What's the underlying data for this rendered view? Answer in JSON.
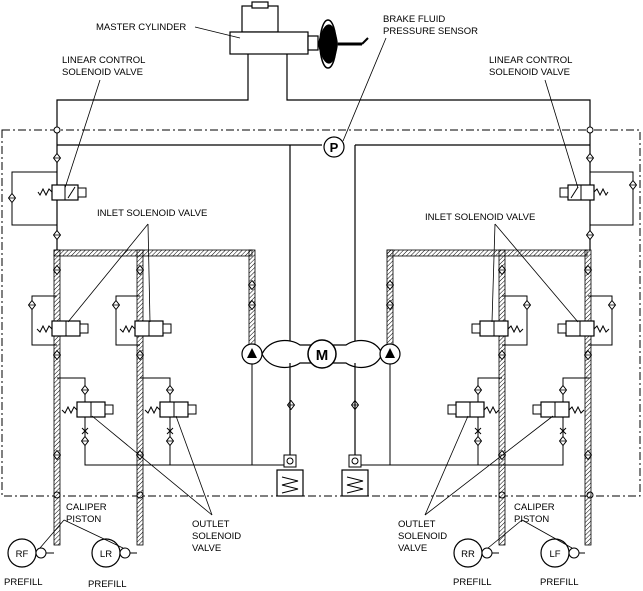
{
  "labels": {
    "master_cylinder": "MASTER CYLINDER",
    "sensor_line1": "BRAKE FLUID",
    "sensor_line2": "PRESSURE SENSOR",
    "linear_line1": "LINEAR CONTROL",
    "linear_line2": "SOLENOID VALVE",
    "inlet": "INLET SOLENOID VALVE",
    "outlet_line1": "OUTLET",
    "outlet_line2": "SOLENOID",
    "outlet_line3": "VALVE",
    "caliper_line1": "CALIPER",
    "caliper_line2": "PISTON",
    "prefill": "PREFILL",
    "pressure_symbol": "P",
    "motor_symbol": "M"
  },
  "wheels": [
    "RF",
    "LR",
    "RR",
    "LF"
  ],
  "colors": {
    "line": "#000000",
    "background": "#ffffff",
    "hatch": "#000000"
  }
}
